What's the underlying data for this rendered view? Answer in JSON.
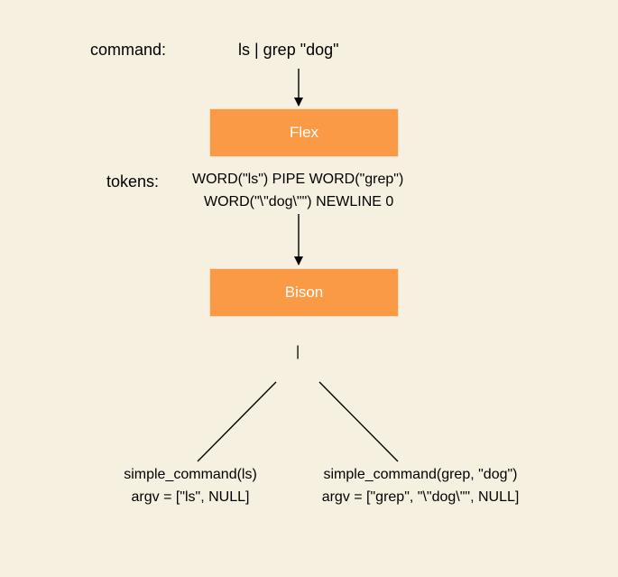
{
  "colors": {
    "background": "#f6f0e1",
    "box_fill": "#fb9a45",
    "box_text": "#ffffff",
    "text": "#000000"
  },
  "command": {
    "label": "command:",
    "value": "ls | grep \"dog\""
  },
  "flex_box": {
    "label": "Flex"
  },
  "tokens": {
    "label": "tokens:",
    "line1": "WORD(\"ls\") PIPE WORD(\"grep\")",
    "line2": "WORD(\"\\\"dog\\\"\") NEWLINE 0"
  },
  "bison_box": {
    "label": "Bison"
  },
  "tree": {
    "root": "|",
    "left": {
      "title": "simple_command(ls)",
      "argv": "argv = [\"ls\", NULL]"
    },
    "right": {
      "title": "simple_command(grep, \"dog\")",
      "argv": "argv = [\"grep\", \"\\\"dog\\\"\", NULL]"
    }
  }
}
